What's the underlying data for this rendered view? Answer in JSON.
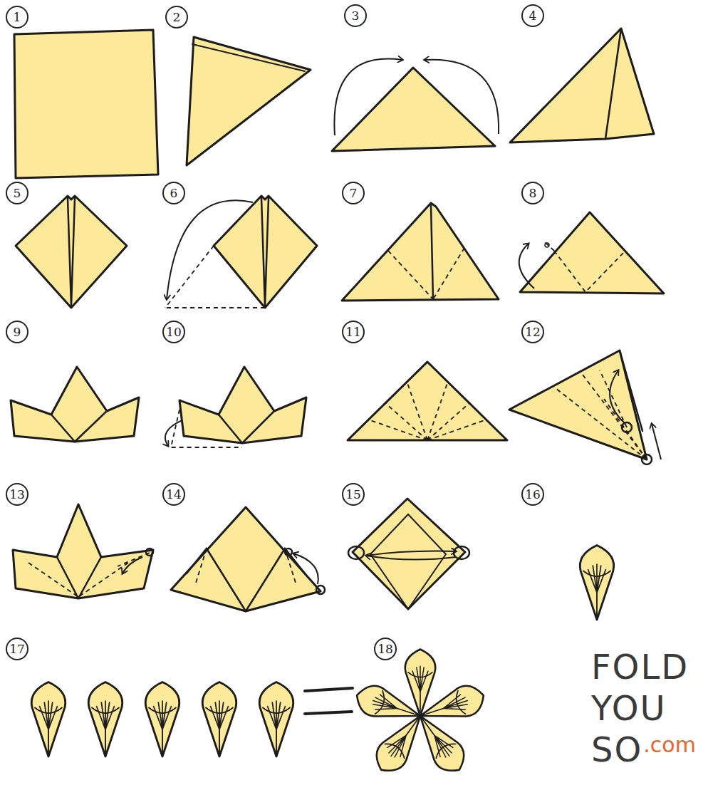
{
  "diagram": {
    "labels": [
      "1",
      "2",
      "3",
      "4",
      "5",
      "6",
      "7",
      "8",
      "9",
      "10",
      "11",
      "12",
      "13",
      "14",
      "15",
      "16",
      "17",
      "18",
      "FOLD",
      "YOU",
      "SO",
      ".com"
    ]
  }
}
